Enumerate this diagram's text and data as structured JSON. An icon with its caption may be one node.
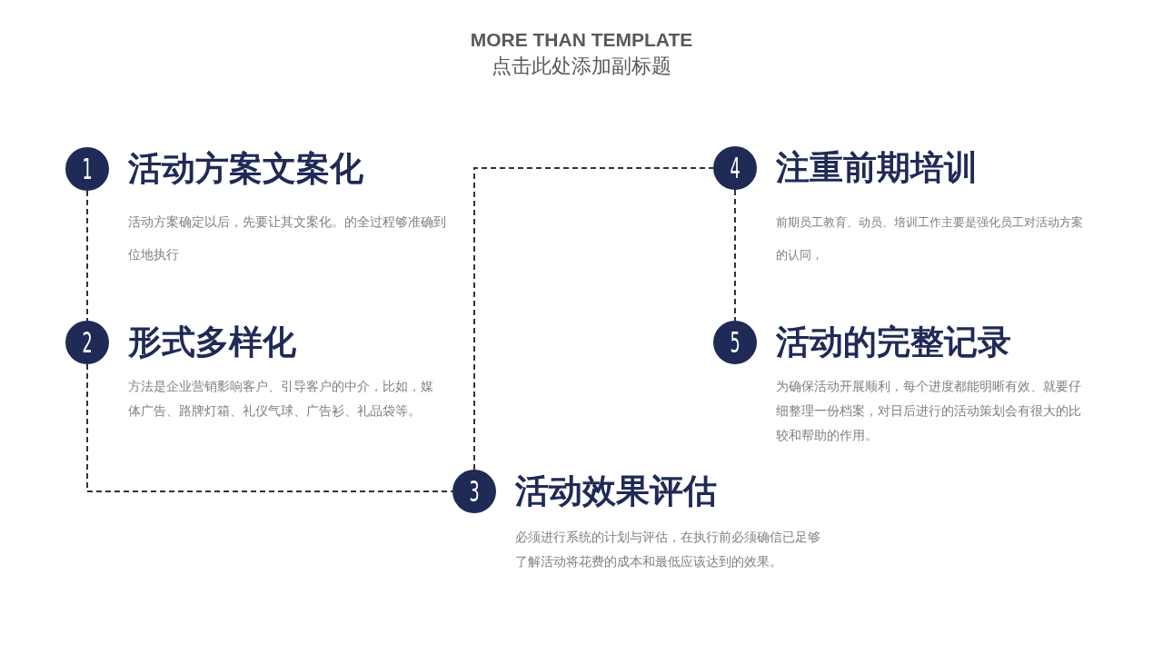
{
  "diagram": {
    "title": "MORE THAN TEMPLATE",
    "nodes": [
      {
        "text": [
          "1"
        ],
        "beside": [
          "活动方案文案化",
          "活动方案确定以后，先要让其文案化。的全过程够准确到位地执行"
        ]
      },
      {
        "text": [
          "2"
        ],
        "beside": [
          "形式多样化",
          "方法是企业营销影响客户、引导客户的中介，比如，媒体广告、路牌灯箱、礼仪气球、广告衫、礼品袋等。"
        ]
      },
      {
        "text": [
          "3"
        ],
        "beside": [
          "活动效果评估",
          "必须进行系统的计划与评估，在执行前必须确信已足够了解活动将花费的成本和最低应该达到的效果。"
        ]
      },
      {
        "text": [
          "4"
        ],
        "beside": [
          "注重前期培训",
          "前期员工教育、动员、培训工作主要是强化员工对活动方案的认同，"
        ]
      },
      {
        "text": [
          "5"
        ],
        "beside": [
          "活动的完整记录",
          "为确保活动开展顺利，每个进度都能明晰有效、就要仔细整理一份档案，对日后进行的活动策划会有很大的比较和帮助的作用。"
        ]
      }
    ],
    "edges": [
      {
        "from": 0,
        "to": 1,
        "arrow": "none",
        "style": "dashed"
      },
      {
        "from": 1,
        "to": 2,
        "arrow": "none",
        "style": "dashed"
      },
      {
        "from": 2,
        "to": 3,
        "arrow": "none",
        "style": "dashed"
      },
      {
        "from": 3,
        "to": 4,
        "arrow": "none",
        "style": "dashed"
      }
    ],
    "labels": [
      "点击此处添加副标题"
    ]
  }
}
